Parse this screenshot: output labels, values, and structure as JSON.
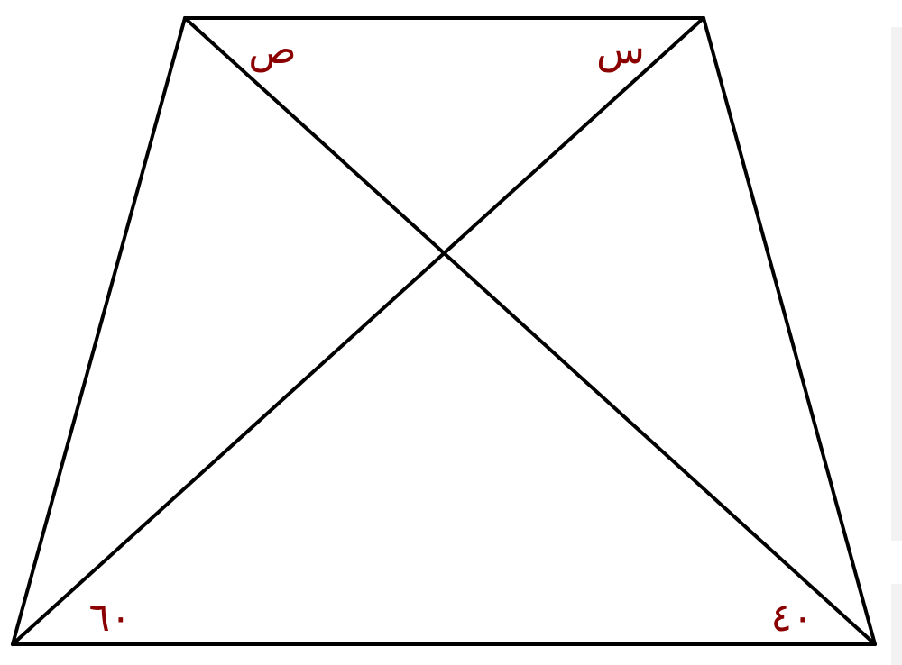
{
  "diagram": {
    "labels": {
      "angle_top_left": "ص",
      "angle_top_right": "س",
      "angle_bottom_left": "٦٠",
      "angle_bottom_right": "٤٠"
    },
    "label_color": "#8b0000",
    "line_color": "#000000"
  }
}
